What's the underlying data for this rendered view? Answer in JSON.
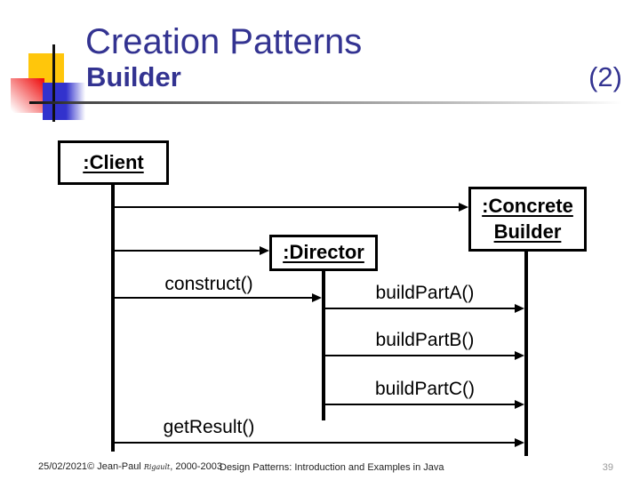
{
  "title": {
    "main": "Creation Patterns",
    "sub": "Builder",
    "part_number": "(2)"
  },
  "colors": {
    "title_text": "#333391",
    "diagram_ink": "#000000",
    "logo_yellow": "#FFC60B",
    "logo_red": "#EE1111",
    "logo_blue": "#3232CD",
    "page_number_gray": "#999999"
  },
  "diagram": {
    "type": "uml-sequence",
    "objects": [
      {
        "name": "client",
        "label": ":Client"
      },
      {
        "name": "director",
        "label": ":Director"
      },
      {
        "name": "concrete-builder",
        "label_lines": [
          ":Concrete",
          "Builder"
        ]
      }
    ],
    "messages": [
      {
        "from": "client",
        "to": "concrete-builder",
        "label": ""
      },
      {
        "from": "client",
        "to": "director",
        "label": ""
      },
      {
        "from": "client",
        "to": "director",
        "label": "construct()"
      },
      {
        "from": "director",
        "to": "concrete-builder",
        "label": "buildPartA()"
      },
      {
        "from": "director",
        "to": "concrete-builder",
        "label": "buildPartB()"
      },
      {
        "from": "director",
        "to": "concrete-builder",
        "label": "buildPartC()"
      },
      {
        "from": "client",
        "to": "concrete-builder",
        "label": "getResult()"
      }
    ]
  },
  "footer": {
    "date": "25/02/2021",
    "copyright": "© Jean-Paul ",
    "author_signature": "Rigault",
    "years": ", 2000-2003",
    "center_text": "Design Patterns: Introduction and Examples in Java",
    "page_number": "39"
  }
}
